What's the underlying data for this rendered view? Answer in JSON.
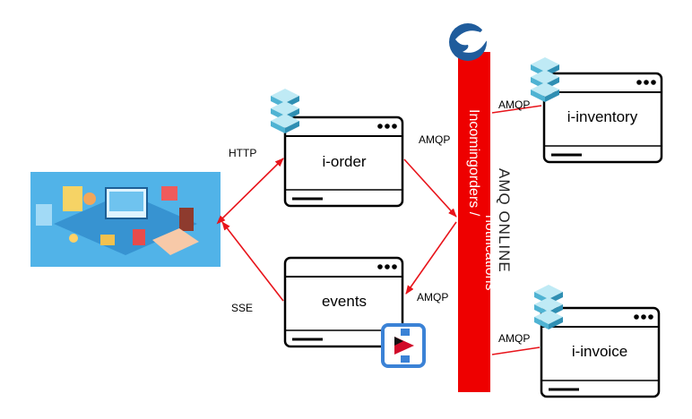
{
  "services": {
    "order": {
      "label": "i-order"
    },
    "events": {
      "label": "events"
    },
    "inventory": {
      "label": "i-inventory"
    },
    "invoice": {
      "label": "i-invoice"
    }
  },
  "connections": {
    "http": "HTTP",
    "sse": "SSE",
    "order_amqp": "AMQP",
    "events_amqp": "AMQP",
    "inventory_amqp": "AMQP",
    "invoice_amqp": "AMQP"
  },
  "broker": {
    "bar_line1": "Incomingorders /",
    "bar_line2": "notifications",
    "name": "AMQ ONLINE"
  },
  "icons": {
    "client": "ecommerce-illustration",
    "service": "cube-stack-icon",
    "broker": "bird-logo-icon",
    "events_runtime": "arrow-box-icon"
  },
  "colors": {
    "arrow": "#e8141b",
    "bar": "#ee0000",
    "window_border": "#000000",
    "cube_light": "#9fdcec",
    "cube_dark": "#2f9fc3",
    "logo_blue": "#1f5c9c"
  }
}
